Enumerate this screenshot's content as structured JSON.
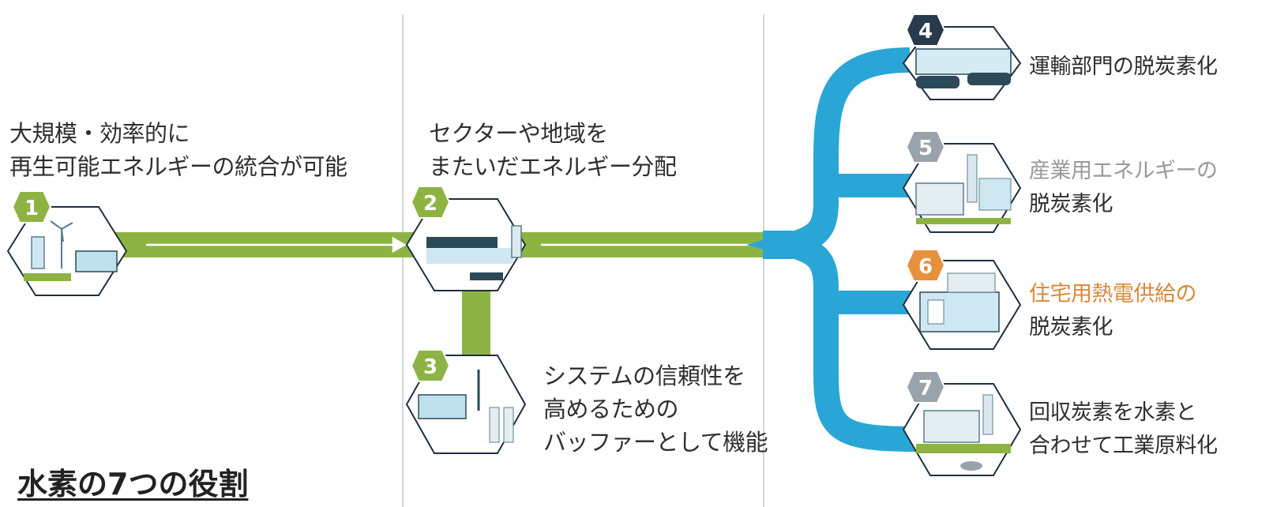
{
  "title": "水素の7つの役割",
  "roles": [
    {
      "num": "1",
      "lines": [
        "大規模・効率的に",
        "再生可能エネルギーの統合が可能"
      ]
    },
    {
      "num": "2",
      "lines": [
        "セクターや地域を",
        "またいだエネルギー分配"
      ]
    },
    {
      "num": "3",
      "lines": [
        "システムの信頼性を",
        "高めるための",
        "バッファーとして機能"
      ]
    },
    {
      "num": "4",
      "lines": [
        "運輸部門の脱炭素化"
      ]
    },
    {
      "num": "5",
      "lines": [
        "産業用エネルギーの",
        "脱炭素化"
      ]
    },
    {
      "num": "6",
      "lines": [
        "住宅用熱電供給の",
        "脱炭素化"
      ]
    },
    {
      "num": "7",
      "lines": [
        "回収炭素を水素と",
        "合わせて工業原料化"
      ]
    }
  ],
  "colors": {
    "green": "#8db443",
    "blue": "#2aa6d6",
    "hexFill": "#ffffff",
    "hexStroke": "#1f2f3f",
    "badgeDark": "#2a3a4d",
    "badgeGreen": "#8db443",
    "badgeGray": "#9aa3ab",
    "badgeOrange": "#e6913b"
  }
}
